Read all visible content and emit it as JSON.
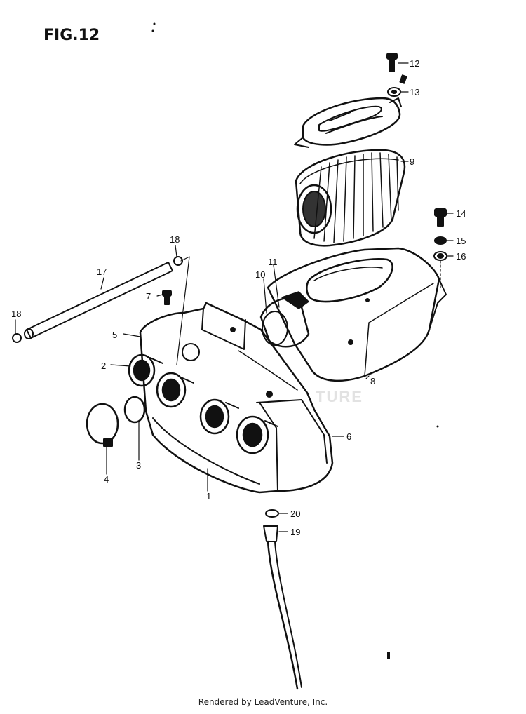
{
  "figure": {
    "title": "FIG.12",
    "credit": "Rendered by LeadVenture, Inc.",
    "watermark": "TURE"
  },
  "callouts": [
    "1",
    "2",
    "3",
    "4",
    "5",
    "6",
    "7",
    "8",
    "9",
    "10",
    "11",
    "12",
    "13",
    "14",
    "15",
    "16",
    "17",
    "18",
    "18",
    "19",
    "20"
  ],
  "colors": {
    "ink": "#111111",
    "paper": "#ffffff",
    "watermark": "#e2e2e2"
  }
}
